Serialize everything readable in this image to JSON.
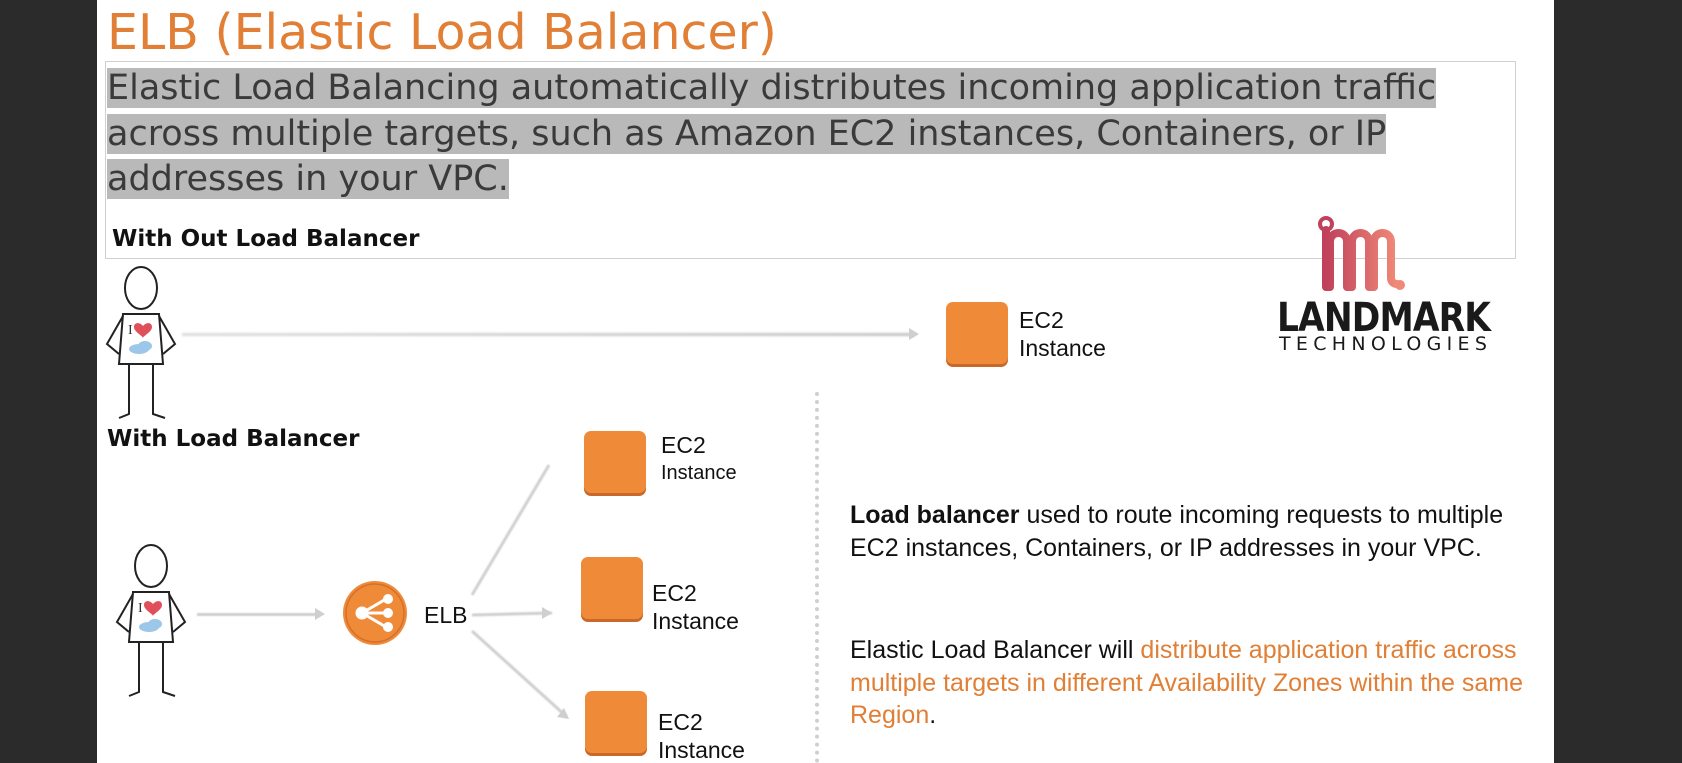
{
  "slide": {
    "title": "ELB (Elastic Load Balancer)",
    "intro": "Elastic Load Balancing automatically distributes incoming application traffic across multiple targets, such as Amazon EC2 instances, Containers,   or IP addresses in your  VPC.",
    "without_heading": "With Out Load Balancer",
    "with_heading": "With Load Balancer",
    "ec2_line1": "EC2",
    "ec2_line2": "Instance",
    "elb_label": "ELB",
    "logo": {
      "name": "LANDMARK",
      "sub": "TECHNOLOGIES",
      "colors": [
        "#c0415b",
        "#f08a78"
      ]
    },
    "para1": {
      "bold": "Load balancer",
      "rest": " used to  route incoming requests to multiple EC2  instances, Containers,  or IP addresses in your  VPC."
    },
    "para2": {
      "lead": "Elastic Load Balancer will ",
      "highlight": "distribute application traffic across multiple targets in different Availability Zones within the same Region",
      "tail": "."
    },
    "colors": {
      "accent": "#e07f35",
      "ec2": "#ef8a38",
      "highlight": "#b9b9b9"
    }
  }
}
